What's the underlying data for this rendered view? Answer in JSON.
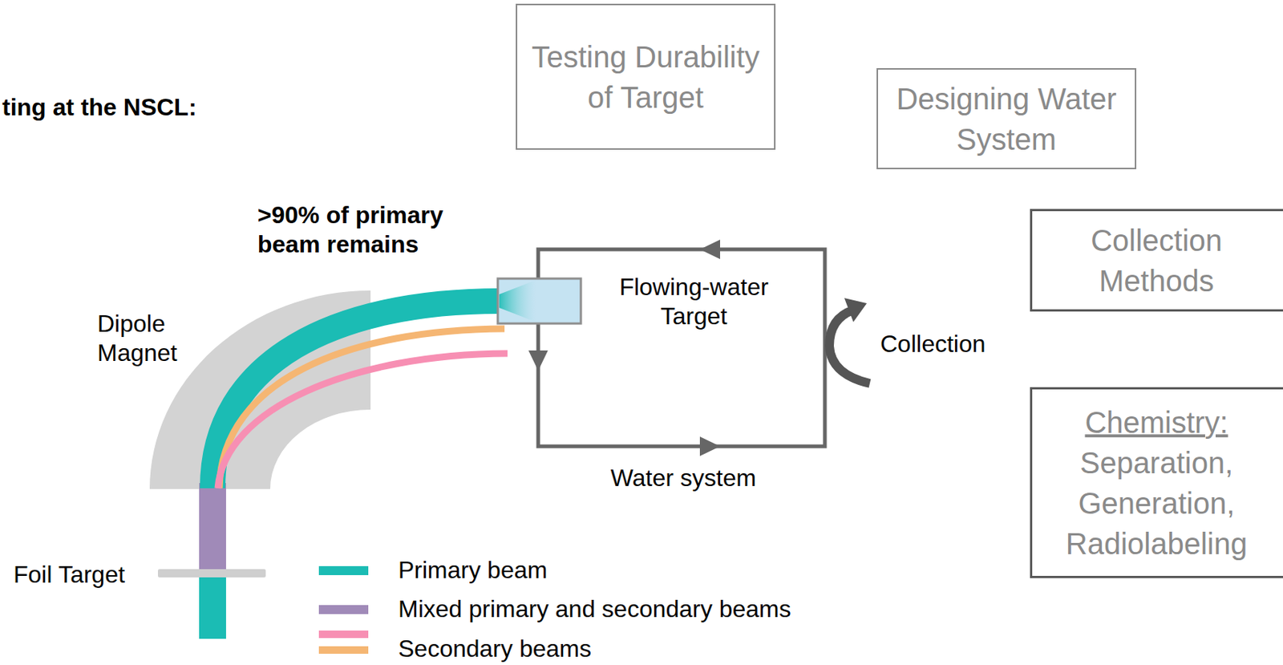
{
  "diagram": {
    "title": "ting at the NSCL:",
    "nodes": [
      {
        "text": [
          "Testing Durability of Target"
        ]
      },
      {
        "text": [
          "Designing Water System"
        ]
      },
      {
        "text": [
          "Collection Methods"
        ]
      },
      {
        "text": [
          "Chemistry:",
          "Separation, Generation, Radiolabeling"
        ]
      }
    ],
    "labels": [
      ">90% of primary beam remains",
      "Dipole Magnet",
      "Flowing-water Target",
      "Collection",
      "Water system",
      "Foil Target"
    ],
    "legend": [
      {
        "text": "Primary beam",
        "color": "#1bbcb4"
      },
      {
        "text": "Mixed primary and secondary beams",
        "color": "#a08ab8"
      },
      {
        "text": "Secondary beams"
      }
    ]
  }
}
